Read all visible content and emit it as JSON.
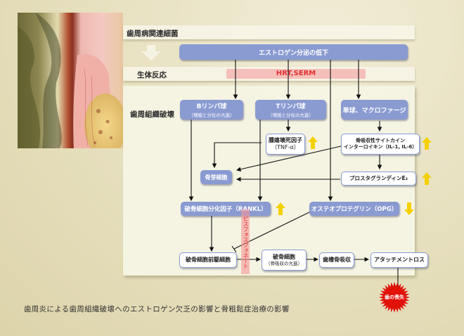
{
  "rows": {
    "bacteria": "歯周病関連細菌",
    "response": "生体反応",
    "destruction": "歯周組織破壊"
  },
  "top": {
    "estrogen": "エストロゲン分泌の低下",
    "therapy": "HRT,SERM"
  },
  "cells": {
    "b_lymph": {
      "title": "Bリンパ球",
      "sub": "（増殖と分化の亢進）"
    },
    "t_lymph": {
      "title": "Tリンパ球",
      "sub": "（増殖と分化の亢進）"
    },
    "monocyte": "単球、マクロファージ",
    "tnf": {
      "line1": "腫瘍壊死因子",
      "line2": "（TNF-α）"
    },
    "cytokine": {
      "line1": "骨吸収性サイトカイン",
      "line2": "インターロイキン（IL-1, IL-6）"
    },
    "pge2": "プロスタグランディンE₂",
    "osteoblast": "骨芽細胞",
    "rankl": "破骨細胞分化因子（RANKL）",
    "opg": "オステオプロテグリン（OPG）",
    "precursor": "破骨細胞前駆細胞",
    "osteoclast": {
      "title": "破骨細胞",
      "sub": "（骨吸収の亢進）"
    },
    "resorption": "歯槽骨吸収",
    "attachment": "アタッチメントロス",
    "tooth_loss": "歯の喪失"
  },
  "drugs": {
    "bisphosphonate": "ビスフォスフォネート"
  },
  "indicators": {
    "tnf": "up",
    "cytokine": "up",
    "pge2": "up",
    "rankl": "up",
    "opg": "down"
  },
  "colors": {
    "box_blue": "#8a9bd1",
    "indicator_yellow": "#f5d000",
    "therapy_red": "#e53030",
    "burst_red": "#e0120a"
  },
  "caption": "歯周炎による歯周組織破壊へのエストロゲン欠乏の影響と骨粗鬆症治療の影響"
}
